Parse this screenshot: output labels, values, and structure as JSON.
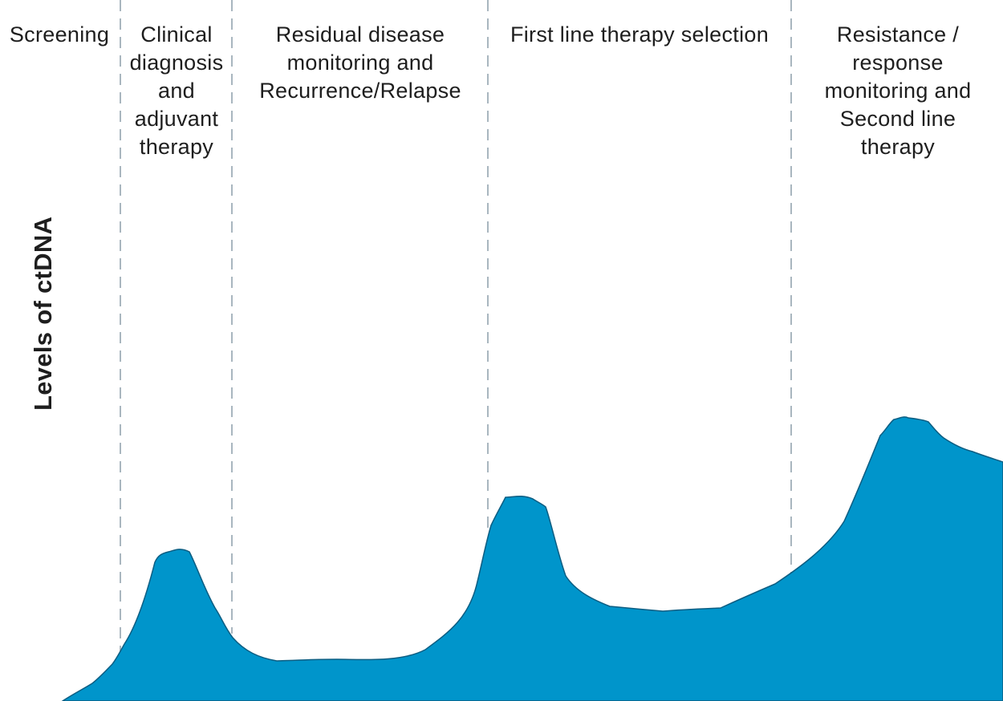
{
  "y_axis_label": "Levels of ctDNA",
  "phases": [
    {
      "id": "screening",
      "lines": [
        "Screening"
      ]
    },
    {
      "id": "clinical-diagnosis",
      "lines": [
        "Clinical",
        "diagnosis",
        "and",
        "adjuvant",
        "therapy"
      ]
    },
    {
      "id": "residual-disease",
      "lines": [
        "Residual disease",
        "monitoring and",
        "Recurrence/Relapse"
      ]
    },
    {
      "id": "first-line",
      "lines": [
        "First line therapy selection"
      ]
    },
    {
      "id": "resistance-response",
      "lines": [
        "Resistance /",
        "response",
        "monitoring and",
        "Second line",
        "therapy"
      ]
    }
  ],
  "colors": {
    "curve_fill": "#0095cb",
    "curve_stroke": "#0b5d82",
    "divider": "#a9b6bf",
    "text": "#1e1e1e"
  }
}
